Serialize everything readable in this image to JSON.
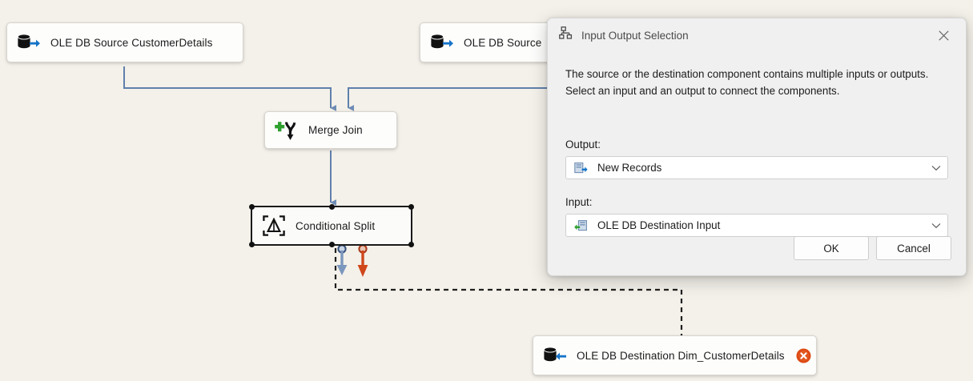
{
  "canvas": {
    "background_color": "#f4f1ea",
    "nodes": [
      {
        "id": "src-customerdetails",
        "label": "OLE DB Source CustomerDetails",
        "icon": "ole-db-source-icon",
        "selected": false,
        "has_error": false
      },
      {
        "id": "src-second",
        "label": "OLE DB Source",
        "icon": "ole-db-source-icon",
        "selected": false,
        "has_error": false
      },
      {
        "id": "merge-join",
        "label": "Merge Join",
        "icon": "merge-join-icon",
        "selected": false,
        "has_error": false
      },
      {
        "id": "conditional-split",
        "label": "Conditional Split",
        "icon": "conditional-split-icon",
        "selected": true,
        "has_error": false
      },
      {
        "id": "dest-dim-customerdetails",
        "label": "OLE DB Destination Dim_CustomerDetails",
        "icon": "ole-db-destination-icon",
        "selected": false,
        "has_error": true,
        "error_badge": "error-x-icon"
      }
    ],
    "connector_color": "#5f80ab",
    "output_arrows": [
      {
        "name": "default-output-arrow",
        "color": "#6e8cb5"
      },
      {
        "name": "error-output-arrow",
        "color": "#c8471a"
      }
    ],
    "drag_connector": {
      "name": "drag-connector-dashed",
      "style": "dashed",
      "color": "#1f1f1f"
    }
  },
  "dialog": {
    "title": "Input Output Selection",
    "title_icon": "input-output-selection-icon",
    "close_icon": "close-icon",
    "description_line1": "The source or the destination component contains multiple inputs or outputs.",
    "description_line2": "Select an input and an output to connect the components.",
    "output": {
      "label": "Output:",
      "value": "New Records",
      "icon": "output-path-icon",
      "caret": "chevron-down-icon"
    },
    "input": {
      "label": "Input:",
      "value": "OLE DB Destination Input",
      "icon": "input-path-icon",
      "caret": "chevron-down-icon"
    },
    "buttons": {
      "ok": "OK",
      "cancel": "Cancel"
    }
  }
}
